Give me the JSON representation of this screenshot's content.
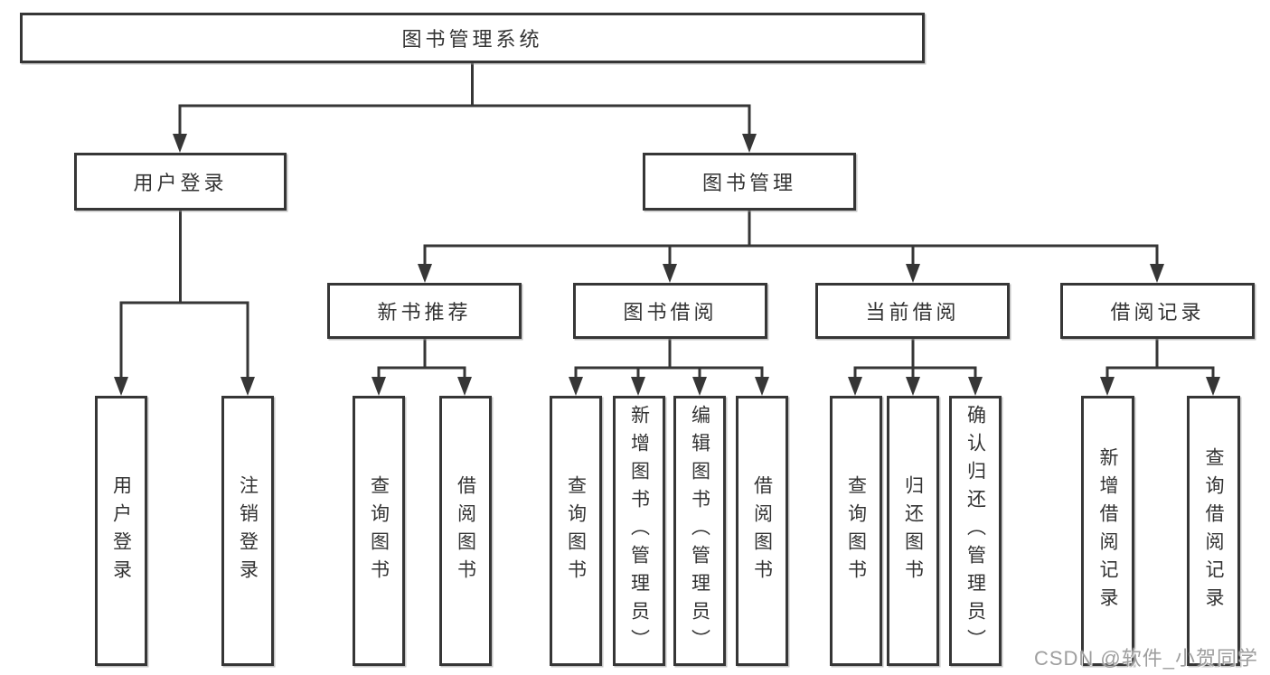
{
  "colors": {
    "line": "#363636",
    "node_border": "#363636",
    "node_background": "#ffffff",
    "text": "#333333",
    "watermark": "#9e9e9e"
  },
  "tree": {
    "root": {
      "label": "图书管理系统"
    },
    "branches": [
      {
        "label": "用户登录",
        "children": [
          {
            "label": "用户登录"
          },
          {
            "label": "注销登录"
          }
        ]
      },
      {
        "label": "图书管理",
        "children": [
          {
            "label": "新书推荐",
            "children": [
              {
                "label": "查询图书"
              },
              {
                "label": "借阅图书"
              }
            ]
          },
          {
            "label": "图书借阅",
            "children": [
              {
                "label": "查询图书"
              },
              {
                "label": "新增图书（管理员）"
              },
              {
                "label": "编辑图书（管理员）"
              },
              {
                "label": "借阅图书"
              }
            ]
          },
          {
            "label": "当前借阅",
            "children": [
              {
                "label": "查询图书"
              },
              {
                "label": "归还图书"
              },
              {
                "label": "确认归还（管理员）"
              }
            ]
          },
          {
            "label": "借阅记录",
            "children": [
              {
                "label": "新增借阅记录"
              },
              {
                "label": "查询借阅记录"
              }
            ]
          }
        ]
      }
    ]
  },
  "watermark": {
    "text": "CSDN @软件_小贺同学"
  }
}
